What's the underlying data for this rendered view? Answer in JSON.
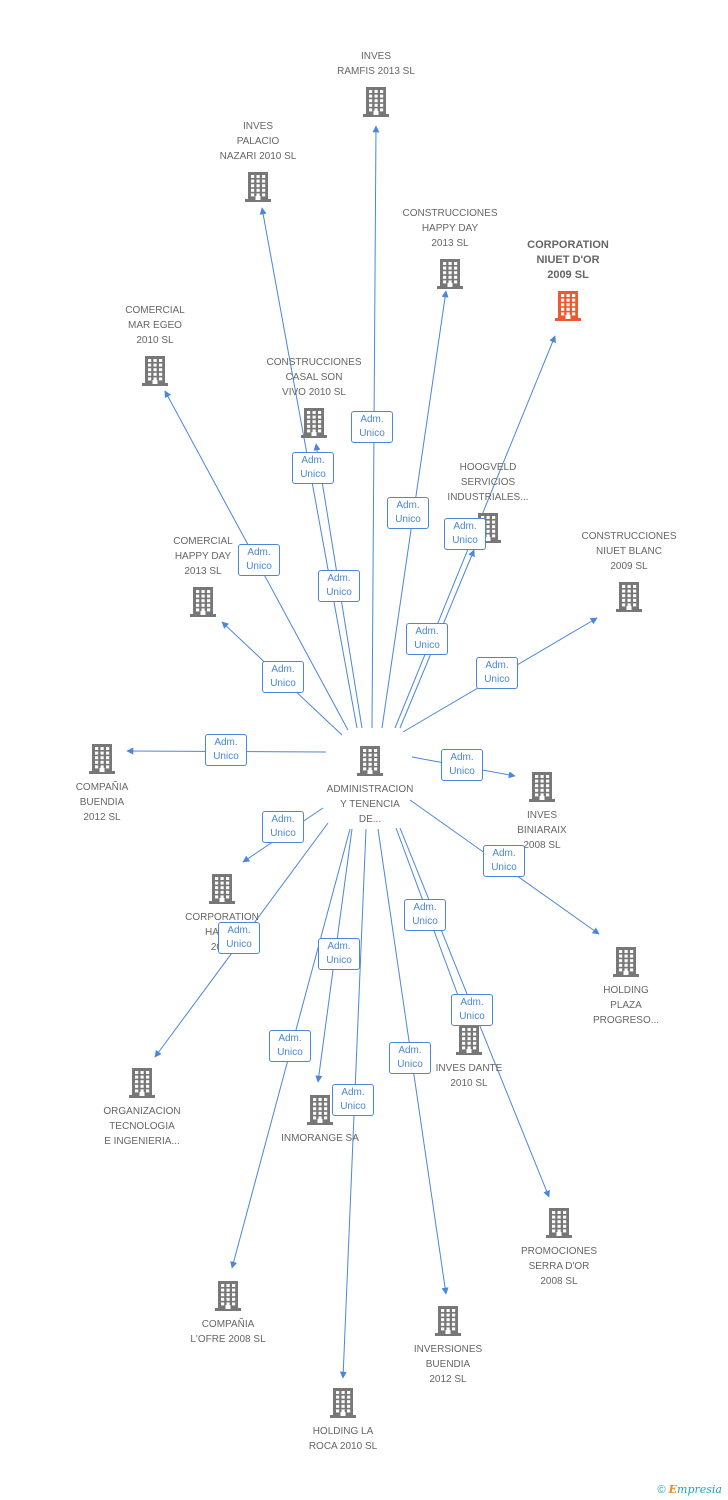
{
  "colors": {
    "edge": "#4a86d9",
    "icon": "#777777",
    "focus_icon": "#ee5a2f",
    "label": "#666666"
  },
  "center": {
    "id": "center",
    "label": "ADMINISTRACION\nY TENENCIA\nDE...",
    "icon": "building-icon"
  },
  "nodes": [
    {
      "id": "n1",
      "label": "INVES\nRAMFIS 2013  SL"
    },
    {
      "id": "n2",
      "label": "INVES\nPALACIO\nNAZARI 2010 SL"
    },
    {
      "id": "n3",
      "label": "CONSTRUCCIONES\nHAPPY DAY\n2013  SL"
    },
    {
      "id": "n4",
      "label": "CORPORATION\nNIUET D'OR\n2009 SL",
      "focus": true
    },
    {
      "id": "n5",
      "label": "COMERCIAL\nMAR EGEO\n2010 SL"
    },
    {
      "id": "n6",
      "label": "CONSTRUCCIONES\nCASAL SON\nVIVO 2010 SL"
    },
    {
      "id": "n7",
      "label": "HOOGVELD\nSERVICIOS\nINDUSTRIALES..."
    },
    {
      "id": "n8",
      "label": "COMERCIAL\nHAPPY DAY\n2013  SL"
    },
    {
      "id": "n9",
      "label": "CONSTRUCCIONES\nNIUET BLANC\n2009 SL"
    },
    {
      "id": "n10",
      "label": "COMPAÑIA\nBUENDIA\n2012 SL"
    },
    {
      "id": "n11",
      "label": "INVES\nBINIARAIX\n2008 SL"
    },
    {
      "id": "n12",
      "label": "CORPORATION\nHAPPY\n2013"
    },
    {
      "id": "n13",
      "label": "HOLDING\nPLAZA\nPROGRESO..."
    },
    {
      "id": "n14",
      "label": "ORGANIZACION\nTECNOLOGIA\nE INGENIERIA..."
    },
    {
      "id": "n15",
      "label": "INVES DANTE\n2010 SL"
    },
    {
      "id": "n16",
      "label": "INMORANGE SA"
    },
    {
      "id": "n17",
      "label": "PROMOCIONES\nSERRA D'OR\n2008 SL"
    },
    {
      "id": "n18",
      "label": "COMPAÑIA\nL'OFRE 2008 SL"
    },
    {
      "id": "n19",
      "label": "INVERSIONES\nBUENDIA\n2012 SL"
    },
    {
      "id": "n20",
      "label": "HOLDING LA\nROCA 2010 SL"
    }
  ],
  "edges": [
    {
      "to": "n1",
      "line1": "Adm.",
      "line2": "Unico"
    },
    {
      "to": "n2",
      "line1": "Adm.",
      "line2": "Unico"
    },
    {
      "to": "n3",
      "line1": "Adm.",
      "line2": "Unico"
    },
    {
      "to": "n4",
      "line1": "Adm.",
      "line2": "Unico"
    },
    {
      "to": "n5",
      "line1": "Adm.",
      "line2": "Unico"
    },
    {
      "to": "n6",
      "line1": "Adm.",
      "line2": "Unico"
    },
    {
      "to": "n7",
      "line1": "Adm.",
      "line2": "Unico"
    },
    {
      "to": "n8",
      "line1": "Adm.",
      "line2": "Unico"
    },
    {
      "to": "n9",
      "line1": "Adm.",
      "line2": "Unico"
    },
    {
      "to": "n10",
      "line1": "Adm.",
      "line2": "Unico"
    },
    {
      "to": "n11",
      "line1": "Adm.",
      "line2": "Unico"
    },
    {
      "to": "n12",
      "line1": "Adm.",
      "line2": "Unico"
    },
    {
      "to": "n13",
      "line1": "Adm.",
      "line2": "Unico"
    },
    {
      "to": "n14",
      "line1": "Adm.",
      "line2": "Unico"
    },
    {
      "to": "n15",
      "line1": "Adm.",
      "line2": "Unico"
    },
    {
      "to": "n16",
      "line1": "Adm.",
      "line2": "Unico"
    },
    {
      "to": "n17",
      "line1": "Adm.",
      "line2": "Unico"
    },
    {
      "to": "n18",
      "line1": "Adm.",
      "line2": "Unico"
    },
    {
      "to": "n19",
      "line1": "Adm.",
      "line2": "Unico"
    },
    {
      "to": "n20",
      "line1": "Adm.",
      "line2": "Unico"
    }
  ],
  "footer": {
    "copyright": "©",
    "brand_first": "E",
    "brand_rest": "mpresia"
  }
}
